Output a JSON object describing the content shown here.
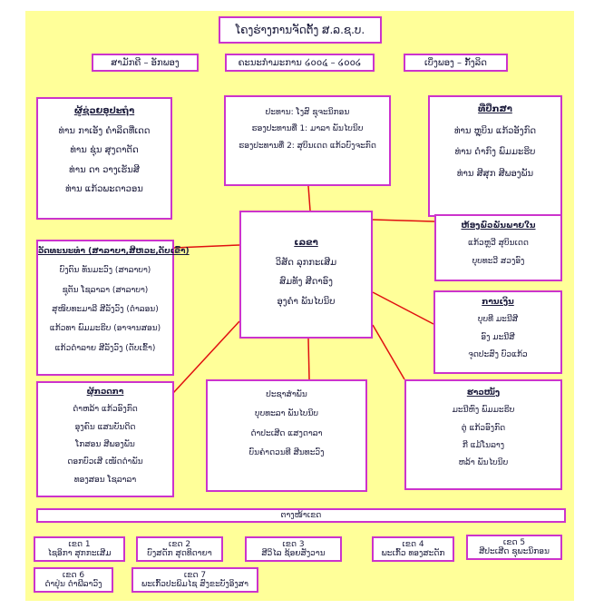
{
  "title": "ໂຄງຮ່າງການຈັດຕັ້ງ ສ.ລ.ຊ.ບ.",
  "subtitle_left": "ສາມັກຄີ – ອັກພອງ",
  "subtitle_center": "ຄະນະກຳມະການ ໒໐໐໔ – ໒໐໐໒",
  "subtitle_right": "ເບິ່ງພອງ – ກັ້ງລິດ",
  "advisors": {
    "heading": "ຜູ້ຊ່ວຍອຸປະຖຳ",
    "items": [
      "ທ່ານ ກາເອັງ ຄໍາລິດທີ່ເດດ",
      "ທ່ານ ຊຸ່ນ ສຸງດາຕັດ",
      "ທ່ານ ດາ ວາງເຮັນສີ",
      "ທ່ານ ແກ້ວພະດາວອນ"
    ]
  },
  "president": {
    "line1": "ປະທານ: ໂງສົ ຊຸຈະນິກອນ",
    "line2": "ຮອງປະທານທີ່ 1: ມາລາ ພັນໄບນິບ",
    "line3": "ຮອງປະທານທີ່ 2: ສຸບິນເດດ ແກ້ວບົງຈະກົດ"
  },
  "consultants": {
    "heading": "ທີ່ປຶກສາ",
    "items": [
      "ທ່ານ ຫຼຸບິນ ແກ້ວອັງກົດ",
      "ທ່ານ ດໍາກົງ ພົມມະຮິບ",
      "ທ່ານ ສີສຸກ ສີພອງພັນ"
    ]
  },
  "secretary": {
    "heading": "ເລຂາ",
    "items": [
      "ວິສັດ ລຸກກະເສີມ",
      "ສົມທັງ ສີດາອົງ",
      "ອຸງຄໍາ ພັນໄບນິບ"
    ]
  },
  "members": {
    "heading": "ວັດທະນະທຳ (ສາລາບາ,ສີຫວະ,ດັບເຂົ້າ)",
    "items": [
      "ບົງຕົນ ທັນມະວົງ (ສາລາບາ)",
      "ຊຸຕັນ ໂຊລາລາ (ສາລາບາ)",
      "ສຸໜິບທະມາລີ ສີລັງວົງ (ດໍາລອນ)",
      "ແກ້ວທາ ພົມມະຮິບ (ອາຈານສອນ)",
      "ແກ້ວດໍາລາຍ ສີລັງວົງ (ດັບເຂົ້າ)"
    ]
  },
  "international": {
    "heading": "ຫ້ອງພົວພັນພາຍໃນ",
    "items": [
      "ແກ້ວຫຼວີ ສຸບິນເດດ",
      "ບຸບທະວີ ສວງອົງ"
    ]
  },
  "finance": {
    "heading": "ການເງິນ",
    "items": [
      "ບຸບທີ ມະນີສີ",
      "ອົງ ມະນີສີ",
      "ຈຸດປະສົງ ບົວແກ້ວ"
    ]
  },
  "inspector": {
    "heading": "ຜູ້ກວດກາ",
    "items": [
      "ດໍາຫລ້າ ແກ້ວອົງກົດ",
      "ອຸງຄົນ ແສນບັນດິດ",
      "ໂກສອນ ສີພອງພັນ",
      "ດອກບົວເສີ ເໜັດດໍາພັນ",
      "ທອງສອນ ໂຊລາລາ"
    ]
  },
  "public_relations": {
    "heading": "ປະຊາສໍາພັນ",
    "items": [
      "ບຸບທະລາ ພັນໄບນິບ",
      "ດໍາປະເສີດ ແສງດາລາ",
      "ບົນຄໍາດວນທີ ສີນທະວົງ"
    ]
  },
  "activities": {
    "heading": "ຮາວໜັງ",
    "items": [
      "ມະນີຫົງ ພົມມະຮິບ",
      "ຕູ່ ແກ້ວອົງກົດ",
      "ກີ ແມ້ໂນລາງ",
      "ຫລ້າ ພັນໄບນິບ"
    ]
  },
  "branch_bar": "ຕາງໜ້າເຂດ",
  "zones": [
    {
      "name": "ເຂດ 1",
      "person": "ໄຊອິກາ ສຸກກະເສີມ"
    },
    {
      "name": "ເຂດ 2",
      "person": "ບົງສດັກ ສຸດທິດາຍາ"
    },
    {
      "name": "ເຂດ 3",
      "person": "ສີວິໄລ ຊ້ອຍສັງວານ"
    },
    {
      "name": "ເຂດ 4",
      "person": "ພະເກົ້ວ ທອງສະດັກ"
    },
    {
      "name": "ເຂດ 5",
      "person": "ສີປະເສີດ ຊຸພະນິກອນ"
    },
    {
      "name": "ເຂດ 6",
      "person": "ດໍາປຸ່ນ ດໍາພີລາວົງ"
    },
    {
      "name": "ເຂດ 7",
      "person": "ພະເກົ້ວປະພິມໄຊ ສົງຂະບັງອິງສາ"
    }
  ],
  "colors": {
    "background": "#ffff99",
    "box_border": "#cc33cc",
    "connector": "#e01010"
  }
}
